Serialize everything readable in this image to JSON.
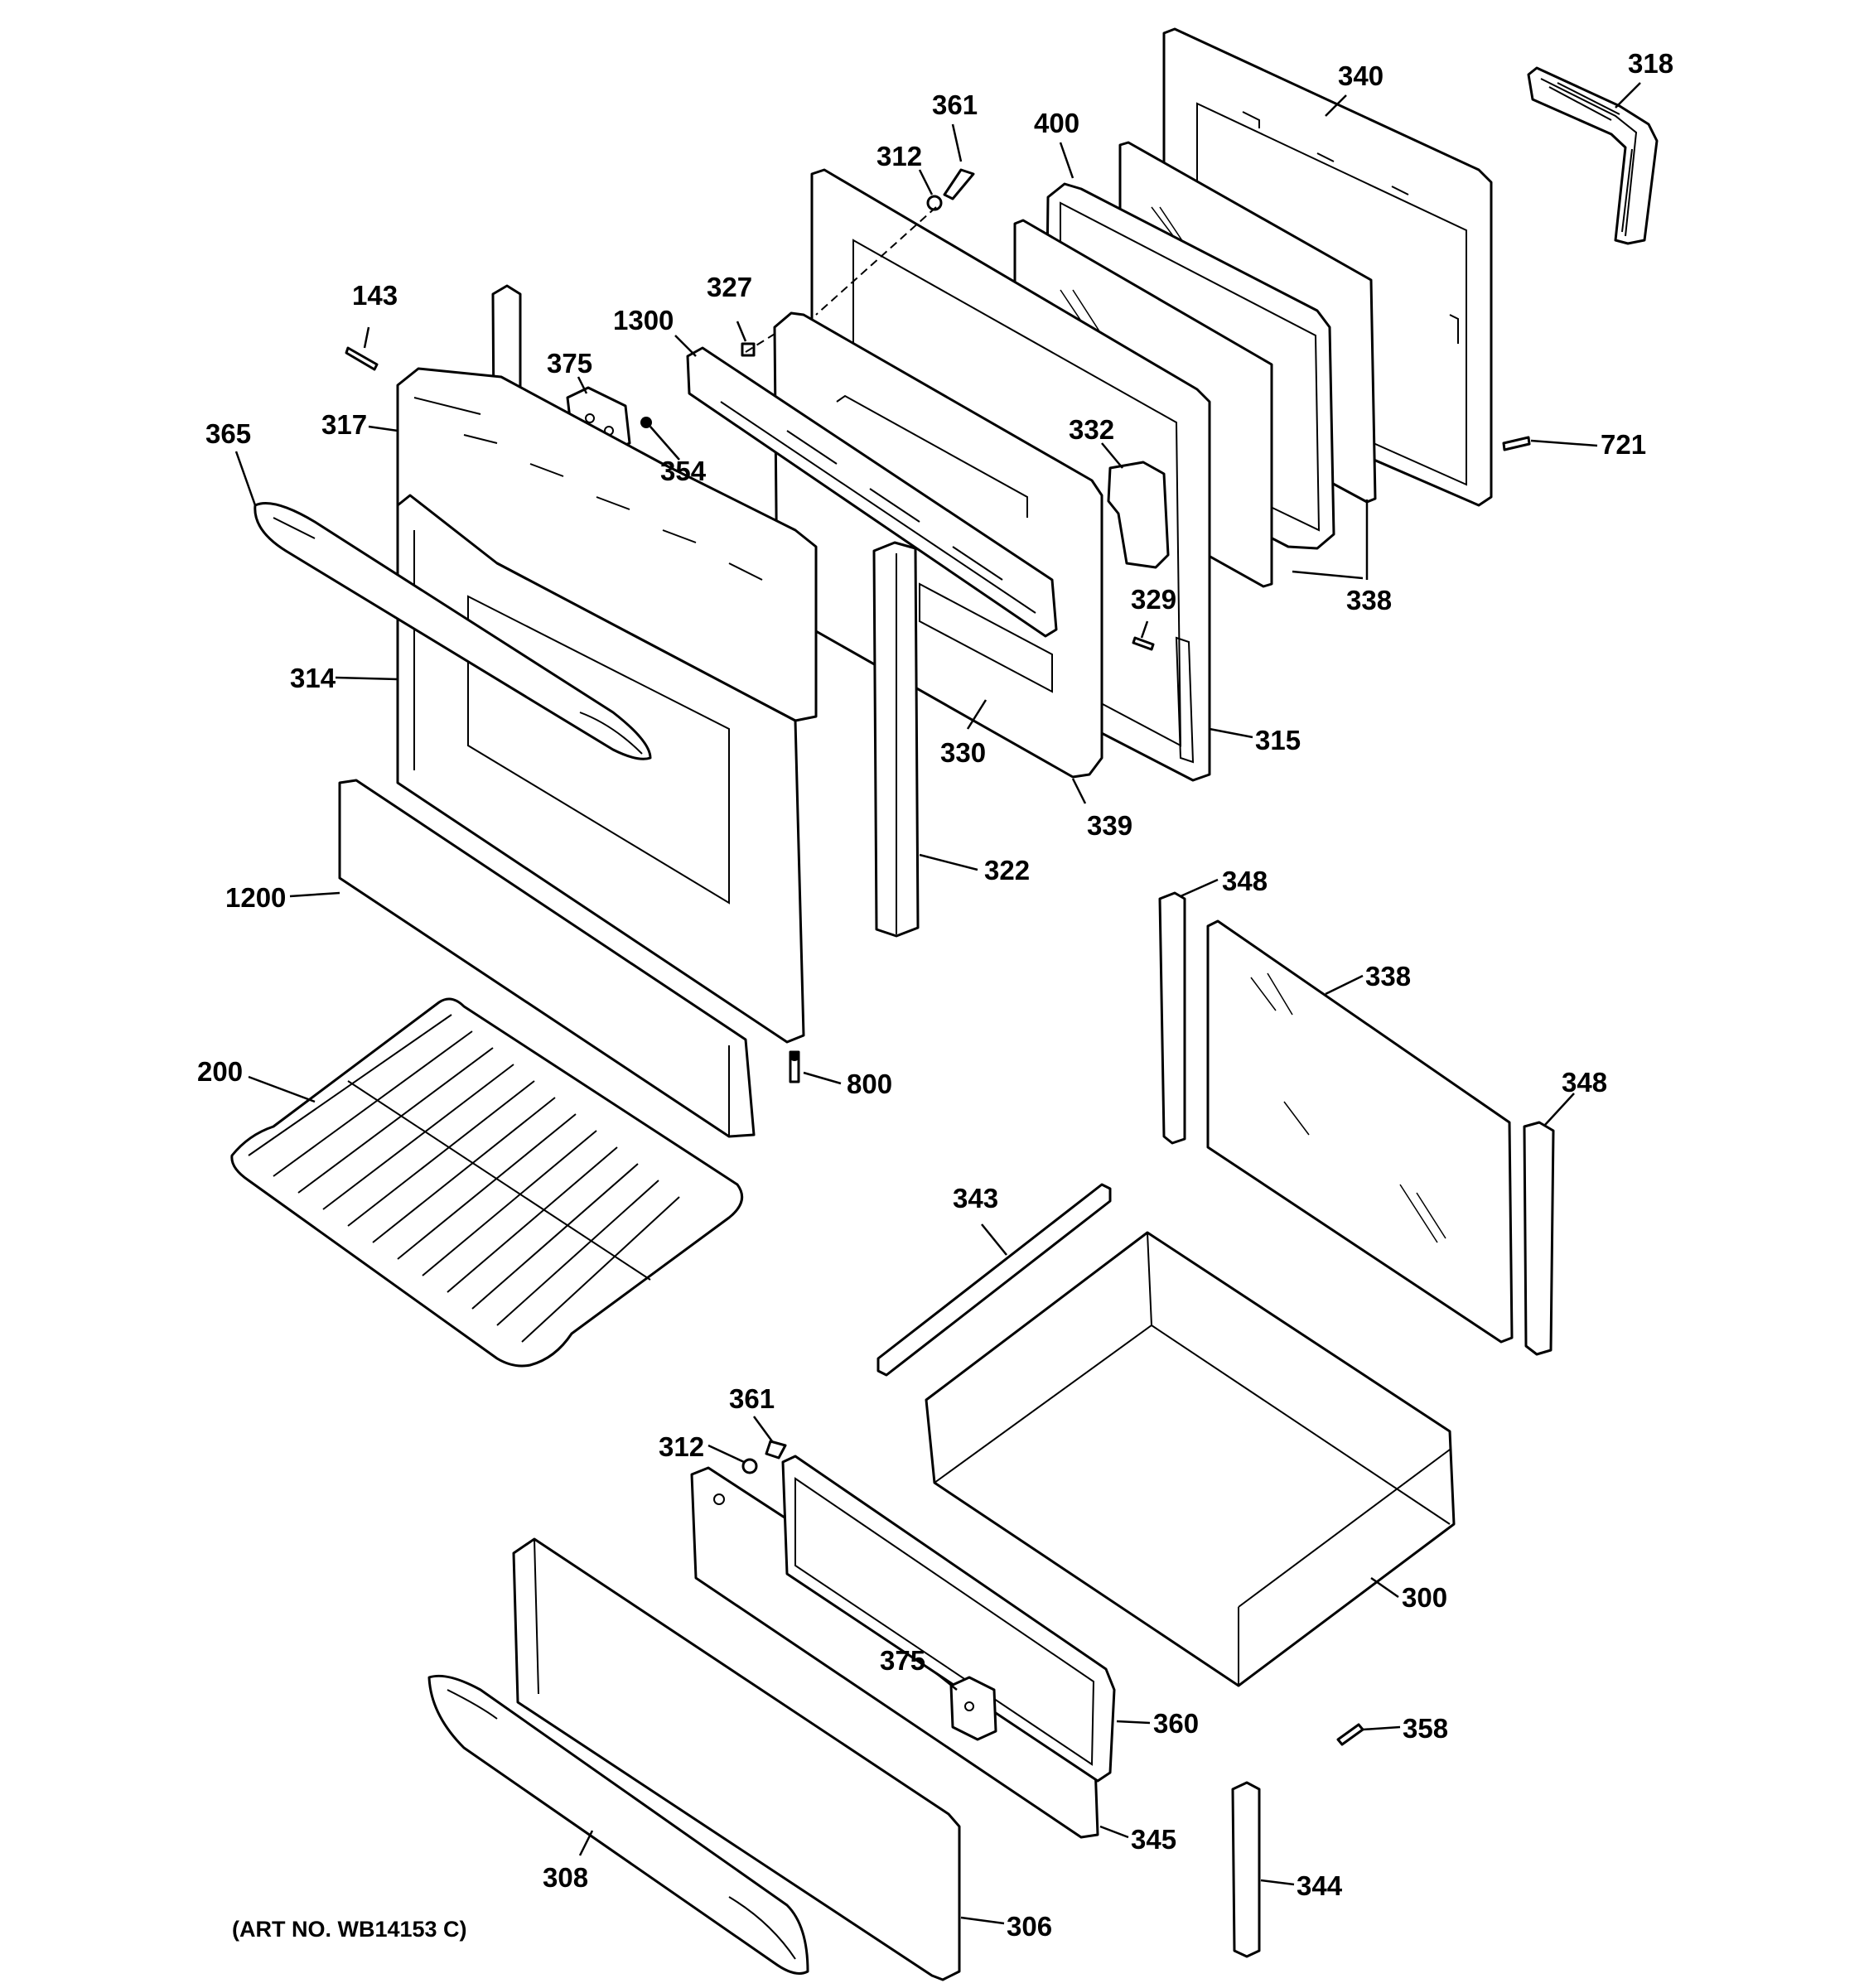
{
  "callouts": [
    {
      "id": "c318a",
      "text": "318"
    },
    {
      "id": "c340",
      "text": "340"
    },
    {
      "id": "c361a",
      "text": "361"
    },
    {
      "id": "c400",
      "text": "400"
    },
    {
      "id": "c312a",
      "text": "312"
    },
    {
      "id": "c327",
      "text": "327"
    },
    {
      "id": "c143",
      "text": "143"
    },
    {
      "id": "c1300",
      "text": "1300"
    },
    {
      "id": "c375a",
      "text": "375"
    },
    {
      "id": "c317",
      "text": "317"
    },
    {
      "id": "c365",
      "text": "365"
    },
    {
      "id": "c354",
      "text": "354"
    },
    {
      "id": "c332",
      "text": "332"
    },
    {
      "id": "c721",
      "text": "721"
    },
    {
      "id": "c338a",
      "text": "338"
    },
    {
      "id": "c329",
      "text": "329"
    },
    {
      "id": "c314",
      "text": "314"
    },
    {
      "id": "c315",
      "text": "315"
    },
    {
      "id": "c330",
      "text": "330"
    },
    {
      "id": "c339",
      "text": "339"
    },
    {
      "id": "c322",
      "text": "322"
    },
    {
      "id": "c348a",
      "text": "348"
    },
    {
      "id": "c1200",
      "text": "1200"
    },
    {
      "id": "c338b",
      "text": "338"
    },
    {
      "id": "c800",
      "text": "800"
    },
    {
      "id": "c348b",
      "text": "348"
    },
    {
      "id": "c200",
      "text": "200"
    },
    {
      "id": "c343",
      "text": "343"
    },
    {
      "id": "c361b",
      "text": "361"
    },
    {
      "id": "c312b",
      "text": "312"
    },
    {
      "id": "c300",
      "text": "300"
    },
    {
      "id": "c375b",
      "text": "375"
    },
    {
      "id": "c360",
      "text": "360"
    },
    {
      "id": "c358",
      "text": "358"
    },
    {
      "id": "c345",
      "text": "345"
    },
    {
      "id": "c344",
      "text": "344"
    },
    {
      "id": "c308",
      "text": "308"
    },
    {
      "id": "c306",
      "text": "306"
    }
  ],
  "art_number": "(ART NO. WB14153 C)"
}
